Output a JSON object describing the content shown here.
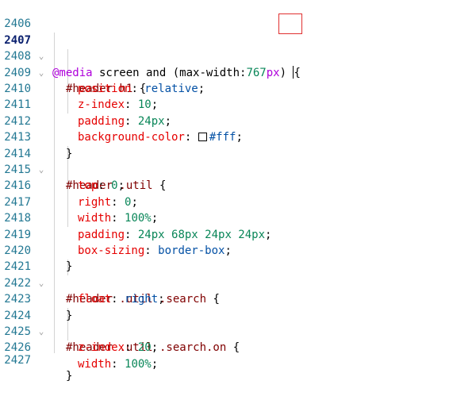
{
  "editor": {
    "line_numbers": [
      "2406",
      "2407",
      "2408",
      "2409",
      "2410",
      "2411",
      "2412",
      "2413",
      "2414",
      "2415",
      "2416",
      "2417",
      "2418",
      "2419",
      "2420",
      "2421",
      "2422",
      "2423",
      "2424",
      "2425",
      "2426",
      "2427"
    ],
    "lines": {
      "l2407": {
        "at": "@media",
        "mid": " screen and (max-width:",
        "num": "767",
        "unit": "px",
        "close": ") ",
        "brace": "{"
      },
      "l2408": {
        "sel": "#header h1",
        "brace": " {"
      },
      "l2409": {
        "prop": "position",
        "colon": ": ",
        "val": "relative",
        "semi": ";"
      },
      "l2410": {
        "prop": "z-index",
        "colon": ": ",
        "val": "10",
        "semi": ";"
      },
      "l2411": {
        "prop": "padding",
        "colon": ": ",
        "val": "24px",
        "semi": ";"
      },
      "l2412": {
        "prop": "background-color",
        "colon": ": ",
        "val": "#fff",
        "semi": ";"
      },
      "l2413": {
        "brace": "}"
      },
      "l2414": {
        "sel": "#header .util",
        "brace": " {"
      },
      "l2415": {
        "prop": "top",
        "colon": ": ",
        "val": "0",
        "semi": ";"
      },
      "l2416": {
        "prop": "right",
        "colon": ": ",
        "val": "0",
        "semi": ";"
      },
      "l2417": {
        "prop": "width",
        "colon": ": ",
        "val": "100%",
        "semi": ";"
      },
      "l2418": {
        "prop": "padding",
        "colon": ": ",
        "val": "24px 68px 24px 24px",
        "semi": ";"
      },
      "l2419": {
        "prop": "box-sizing",
        "colon": ": ",
        "val": "border-box",
        "semi": ";"
      },
      "l2420": {
        "brace": "}"
      },
      "l2421": {
        "sel": "#header .util .search",
        "brace": " {"
      },
      "l2422": {
        "prop": "float",
        "colon": ": ",
        "val": "right",
        "semi": ";"
      },
      "l2423": {
        "brace": "}"
      },
      "l2424": {
        "sel": "#header .util .search.on",
        "brace": " {"
      },
      "l2425": {
        "prop": "z-index",
        "colon": ": ",
        "val": "20",
        "semi": ";"
      },
      "l2426": {
        "prop": "width",
        "colon": ": ",
        "val": "100%",
        "semi": ";"
      },
      "l2427": {
        "brace": "}"
      }
    },
    "fold_icon": "chevron-down-icon",
    "fold_glyph": "⌄",
    "highlight_color": "#e03030"
  }
}
